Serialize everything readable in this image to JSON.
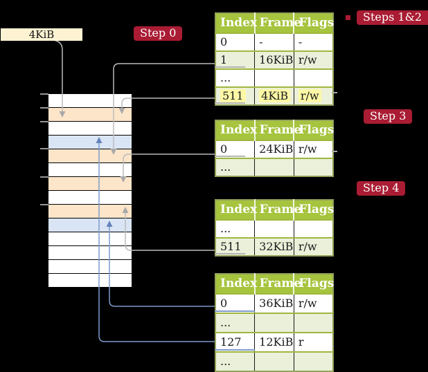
{
  "frame_box": {
    "label": "4KiB"
  },
  "step_labels": [
    {
      "id": "step0",
      "text": "Step 0"
    },
    {
      "id": "steps12",
      "text": "Steps 1&2"
    },
    {
      "id": "step3",
      "text": "Step 3"
    },
    {
      "id": "step4",
      "text": "Step 4"
    }
  ],
  "memory": {
    "rows": [
      "white",
      "peach",
      "white",
      "blue",
      "peach",
      "white",
      "peach",
      "white",
      "peach",
      "blue",
      "white",
      "white",
      "white",
      "white"
    ]
  },
  "tables": [
    {
      "name": "page-table-steps-1-2",
      "headers": [
        "Index",
        "Frame",
        "Flags"
      ],
      "rows": [
        {
          "cells": [
            "0",
            "-",
            "-"
          ],
          "shaded": false,
          "underline": null,
          "highlight": false
        },
        {
          "cells": [
            "1",
            "16KiB",
            "r/w"
          ],
          "shaded": true,
          "underline": "gray",
          "highlight": false
        },
        {
          "cells": [
            "...",
            "",
            ""
          ],
          "shaded": false,
          "underline": null,
          "highlight": false
        },
        {
          "cells": [
            "511",
            "4KiB",
            "r/w"
          ],
          "shaded": true,
          "underline": "gray",
          "highlight": true
        }
      ]
    },
    {
      "name": "page-table-step-3",
      "headers": [
        "Index",
        "Frame",
        "Flags"
      ],
      "rows": [
        {
          "cells": [
            "0",
            "24KiB",
            "r/w"
          ],
          "shaded": false,
          "underline": "gray",
          "highlight": false
        },
        {
          "cells": [
            "...",
            "",
            ""
          ],
          "shaded": true,
          "underline": null,
          "highlight": false
        }
      ]
    },
    {
      "name": "page-table-step-4",
      "headers": [
        "Index",
        "Frame",
        "Flags"
      ],
      "rows": [
        {
          "cells": [
            "...",
            "",
            ""
          ],
          "shaded": false,
          "underline": null,
          "highlight": false
        },
        {
          "cells": [
            "511",
            "32KiB",
            "r/w"
          ],
          "shaded": true,
          "underline": "gray",
          "highlight": false
        }
      ]
    },
    {
      "name": "page-table-bottom",
      "headers": [
        "Index",
        "Frame",
        "Flags"
      ],
      "rows": [
        {
          "cells": [
            "0",
            "36KiB",
            "r/w"
          ],
          "shaded": false,
          "underline": "blue",
          "highlight": false
        },
        {
          "cells": [
            "...",
            "",
            ""
          ],
          "shaded": true,
          "underline": null,
          "highlight": false
        },
        {
          "cells": [
            "127",
            "12KiB",
            "r"
          ],
          "shaded": false,
          "underline": "blue",
          "highlight": false
        },
        {
          "cells": [
            "...",
            "",
            ""
          ],
          "shaded": true,
          "underline": null,
          "highlight": false
        }
      ]
    }
  ],
  "colors": {
    "background": "#000000",
    "step_label_bg": "#a91c33",
    "table_header_bg": "#a6c43e",
    "table_shaded_row": "#ebf0da",
    "table_border": "#93a35a",
    "highlight_yellow": "#fdf8a6",
    "frame_box_bg": "#fdf3d3",
    "memory_peach": "#fce5c9",
    "memory_blue": "#d9e5f4",
    "wire_gray": "#bbbbbb",
    "wire_blue": "#7f9bcb"
  }
}
